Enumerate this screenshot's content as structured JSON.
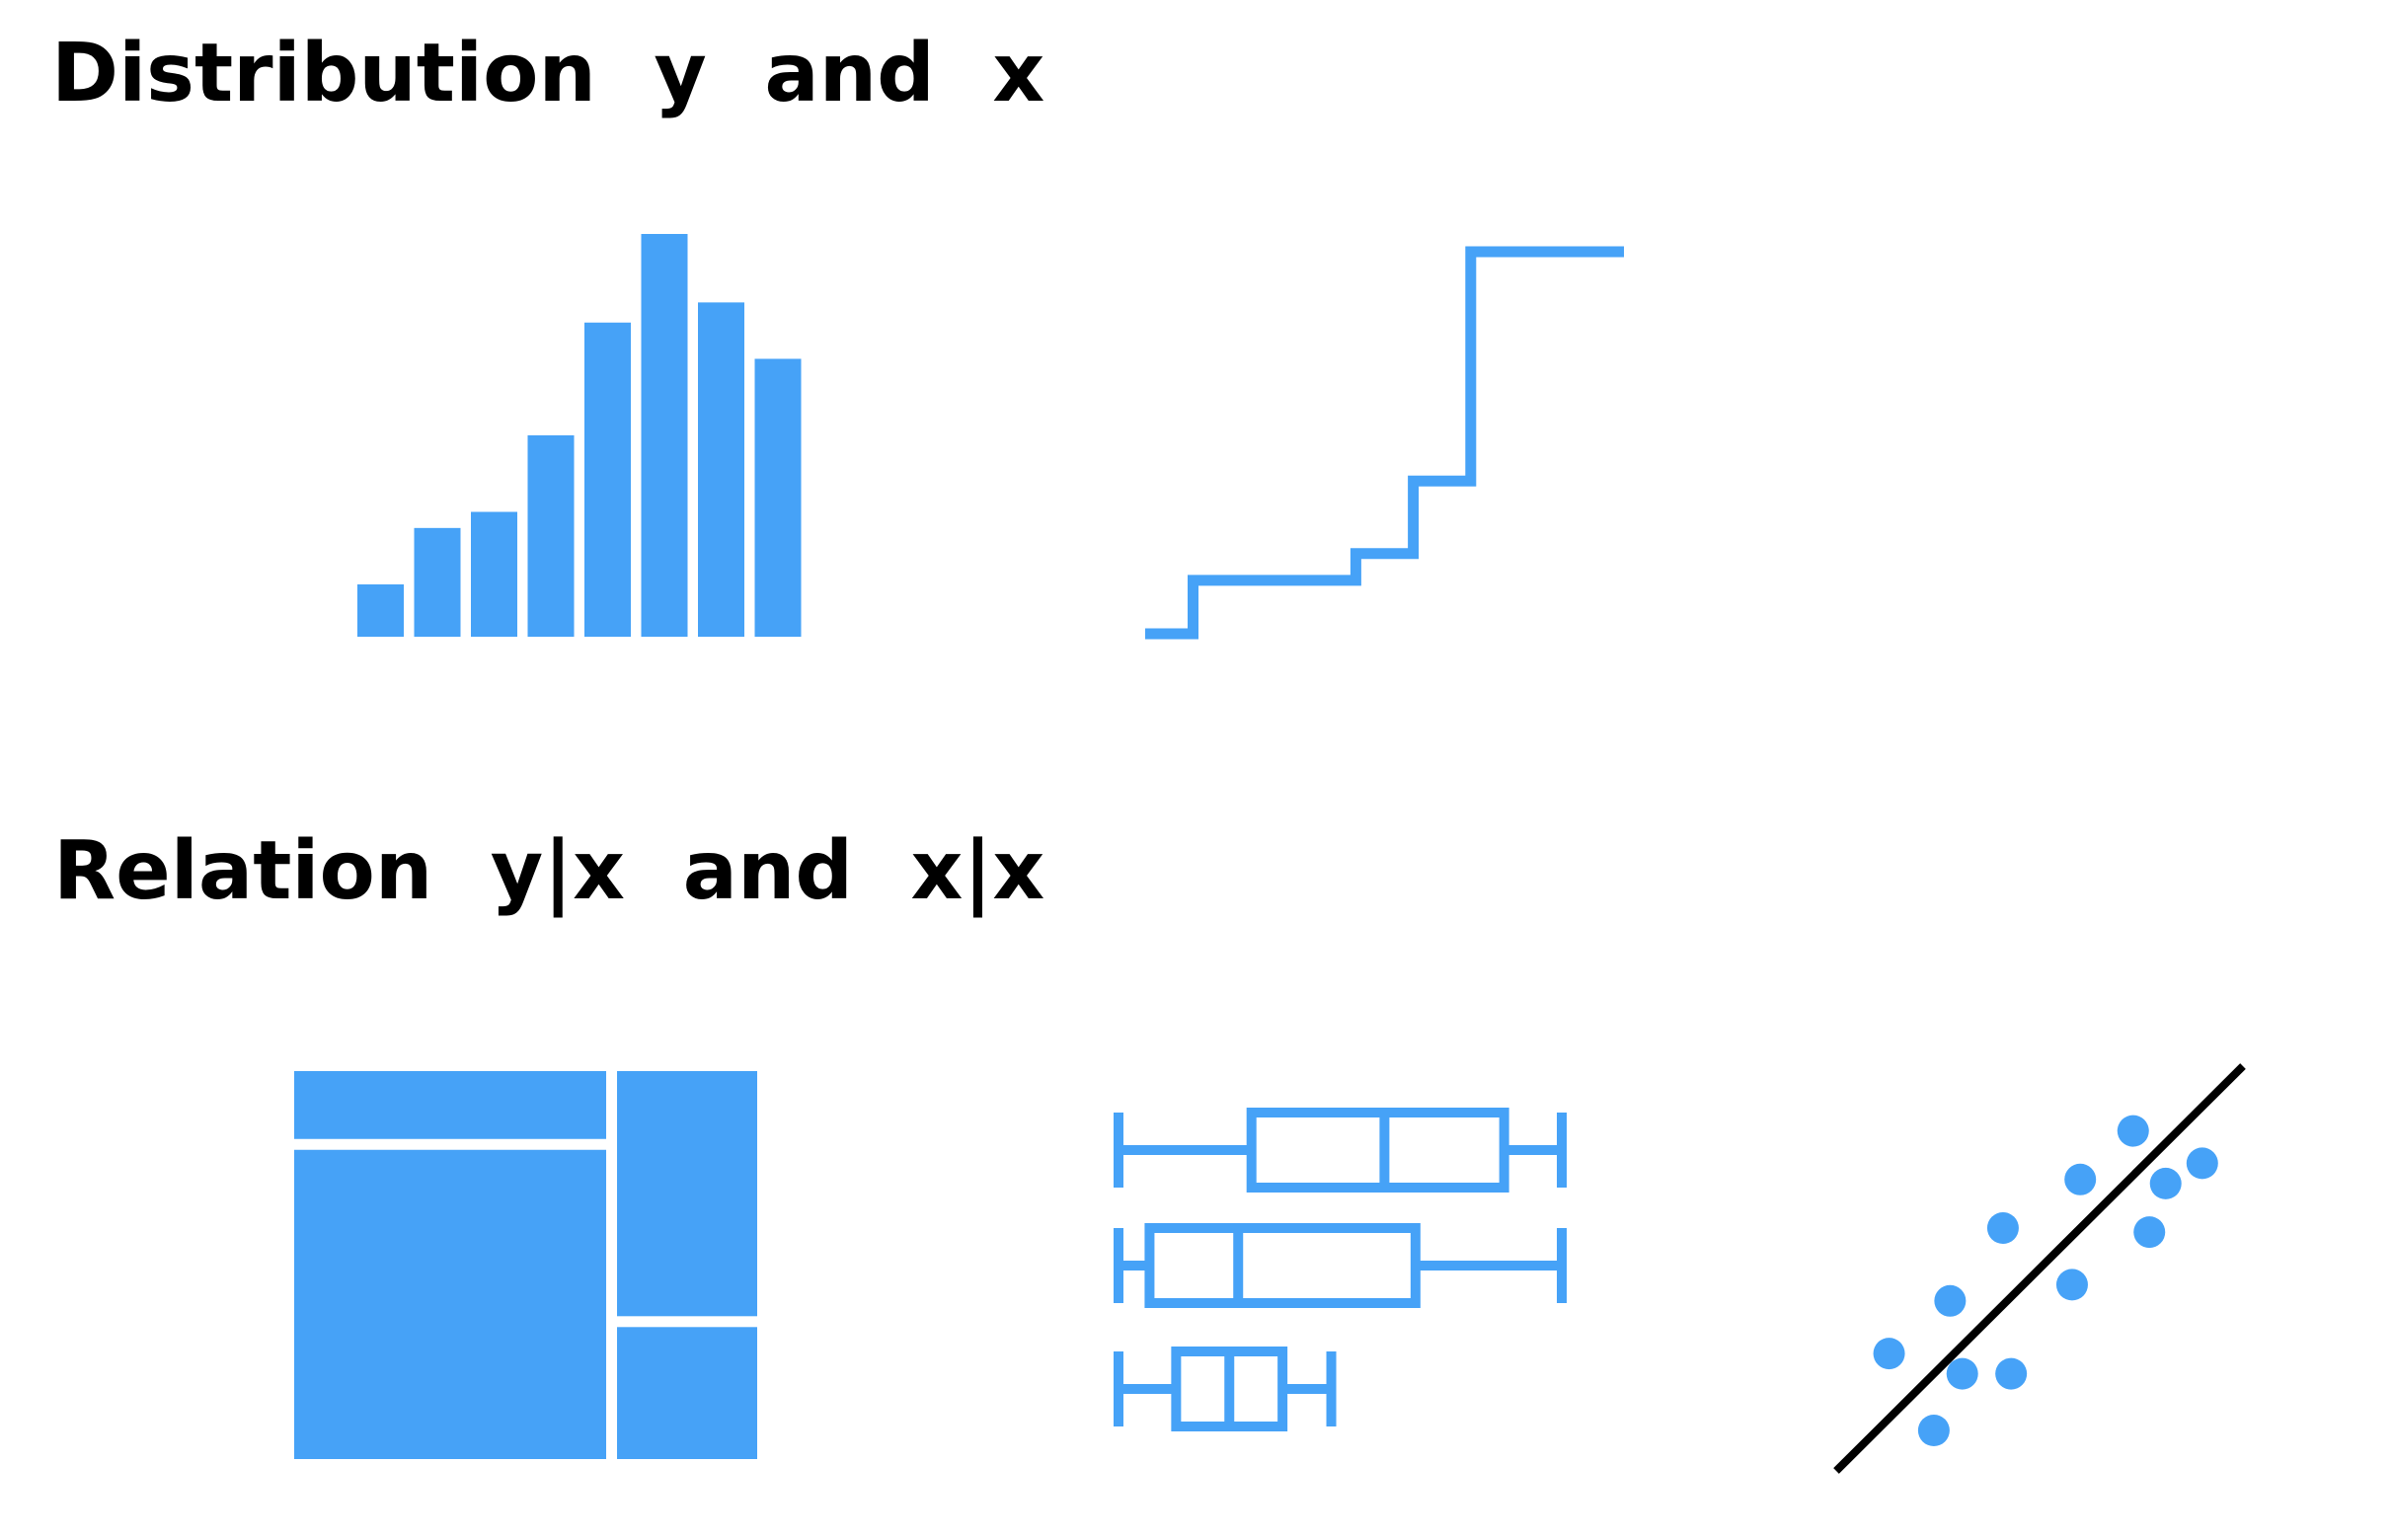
{
  "headings": {
    "distribution": "Distribution  y  and  x",
    "relation": "Relation  y|x  and  x|x"
  },
  "colors": {
    "accent": "#46a2f7",
    "line": "#000000",
    "background": "#ffffff"
  },
  "icons": [
    "histogram-icon",
    "step-function-icon",
    "mosaic-plot-icon",
    "box-plot-icon",
    "scatter-plot-with-fit-line-icon"
  ],
  "chart_data": [
    {
      "type": "bar",
      "values": [
        0.13,
        0.27,
        0.31,
        0.5,
        0.78,
        1.0,
        0.83,
        0.69
      ]
    },
    {
      "type": "line",
      "x": [
        0,
        0.1,
        0.1,
        0.44,
        0.44,
        0.56,
        0.56,
        0.68,
        0.68,
        1.0
      ],
      "y": [
        0,
        0,
        0.14,
        0.14,
        0.21,
        0.21,
        0.4,
        0.4,
        1.0,
        1.0
      ]
    },
    {
      "type": "mosaic",
      "columns": [
        {
          "width": 0.69,
          "heights": [
            0.18,
            0.82
          ]
        },
        {
          "width": 0.31,
          "heights": [
            0.65,
            0.35
          ]
        }
      ]
    },
    {
      "type": "box",
      "boxes": [
        {
          "min": 0.0,
          "q1": 0.3,
          "median": 0.6,
          "q3": 0.87,
          "max": 1.0
        },
        {
          "min": 0.0,
          "q1": 0.07,
          "median": 0.27,
          "q3": 0.67,
          "max": 1.0
        },
        {
          "min": 0.0,
          "q1": 0.13,
          "median": 0.25,
          "q3": 0.37,
          "max": 0.48
        }
      ]
    },
    {
      "type": "scatter",
      "points": [
        [
          0.13,
          0.29
        ],
        [
          0.28,
          0.42
        ],
        [
          0.31,
          0.24
        ],
        [
          0.24,
          0.1
        ],
        [
          0.43,
          0.24
        ],
        [
          0.41,
          0.6
        ],
        [
          0.58,
          0.46
        ],
        [
          0.6,
          0.72
        ],
        [
          0.73,
          0.84
        ],
        [
          0.77,
          0.59
        ],
        [
          0.81,
          0.71
        ],
        [
          0.9,
          0.76
        ]
      ],
      "fit_line": [
        [
          0,
          0
        ],
        [
          1,
          1
        ]
      ]
    }
  ]
}
